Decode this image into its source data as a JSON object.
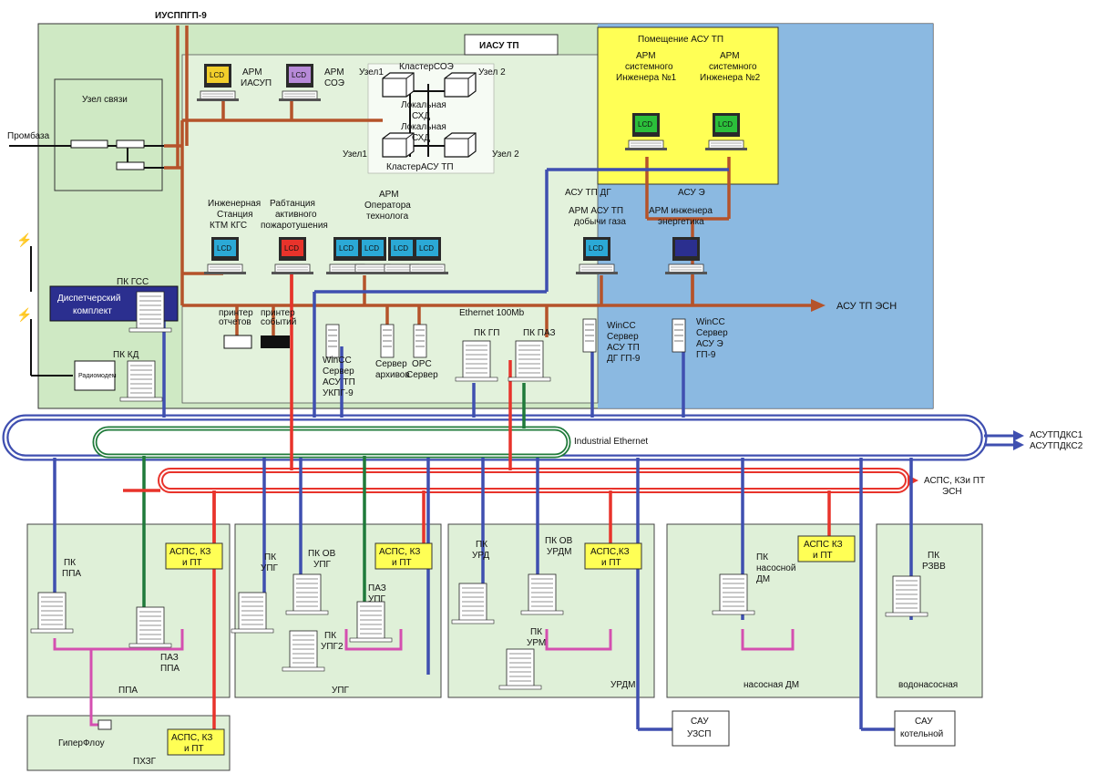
{
  "colors": {
    "background": "#ffffff",
    "outer_panel": "#cfe9c4",
    "blue_zone": "#7fb0e6",
    "asu_room": "#ffff55",
    "inner_panel": "#e3f2dc",
    "bus_blue": "#3f4fb0",
    "bus_red": "#e8332b",
    "bus_green": "#1f7a3a",
    "bus_brown": "#b5532a",
    "bus_pink": "#d44fb0",
    "aspc_box": "#ffff55",
    "screen_yellow": "#f2cf2b",
    "screen_violet": "#b78ad8",
    "screen_green": "#2bbf3a",
    "screen_cyan": "#2ba9d6",
    "screen_red": "#e8332b",
    "screen_navy": "#2b2f8f"
  },
  "top": {
    "iusp": "ИУСППГП-9",
    "iasu_tp": "ИАСУ ТП",
    "room_title": "Помещение  АСУ ТП",
    "promb": "Промбаза",
    "uzel_svyazi": "Узел связи"
  },
  "arm": {
    "iasup_1": "АРМ",
    "iasup_2": "ИАСУП",
    "soe_1": "АРМ",
    "soe_2": "СОЭ",
    "eng1_1": "АРМ",
    "eng1_2": "системного",
    "eng1_3": "Инженера №1",
    "eng2_1": "АРМ",
    "eng2_2": "системного",
    "eng2_3": "Инженера №2",
    "ktm_1": "Инженерная",
    "ktm_2": "Станция",
    "ktm_3": "КТМ КГС",
    "apt_1": "Рабтанция",
    "apt_2": "активного",
    "apt_3": "пожаротушения",
    "oper_1": "АРМ",
    "oper_2": "Оператора",
    "oper_3": "технолога",
    "gaz_1": "АРМ АСУ  ТП",
    "gaz_2": "добычи газа",
    "energ": "АРМ инженера",
    "energ_2": "энергетика",
    "asu_tp_dg": "АСУ ТП ДГ",
    "asu_e": "АСУ Э"
  },
  "cluster": {
    "node1_top": "Узел1",
    "node2_top": "Узел  2",
    "soe": "КластерСОЭ",
    "sxd1_1": "Локальная",
    "sxd1_2": "СХД",
    "sxd2_1": "Локальная",
    "sxd2_2": "СХД",
    "node1_bot": "Узел1",
    "node2_bot": "Узел 2",
    "asu": "КластерАСУ ТП"
  },
  "servers": {
    "disp_1": "Диспетчерский",
    "disp_2": "комплект",
    "pk_gss": "ПК ГСС",
    "pk_kd": "ПК КД",
    "radiomodem": "Радиомодем",
    "printer_rep_1": "принтер",
    "printer_rep_2": "отчетов",
    "printer_ev_1": "принтер",
    "printer_ev_2": "событий",
    "wincc_ukpg_1": "WinCC",
    "wincc_ukpg_2": "Сервер",
    "wincc_ukpg_3": "АСУ ТП",
    "wincc_ukpg_4": "УКПГ-9",
    "archive_1": "Сервер",
    "archive_2": "архивов",
    "opc_1": "OPC",
    "opc_2": "Сервер",
    "ethernet": "Ethernet 100Mb",
    "pk_gp": "ПК ГП",
    "pk_paz": "ПК ПАЗ",
    "wincc_dg_1": "WinCC",
    "wincc_dg_2": "Сервер",
    "wincc_dg_3": "АСУ ТП",
    "wincc_dg_4": "ДГ ГП-9",
    "wincc_e_1": "WinCC",
    "wincc_e_2": "Сервер",
    "wincc_e_3": "АСУ Э",
    "wincc_e_4": "ГП-9",
    "asu_tp_esn": "АСУ ТП ЭСН"
  },
  "bus": {
    "industrial": "Industrial Ethernet",
    "dks1": "АСУТПДКС1",
    "dks2": "АСУТПДКС2",
    "aspc_esn_1": "АСПС, КЗи ПТ",
    "aspc_esn_2": "ЭСН"
  },
  "ppa": {
    "pk_1": "ПК",
    "pk_2": "ППА",
    "paz_1": "ПАЗ",
    "paz_2": "ППА",
    "aspc_1": "АСПС, КЗ",
    "aspc_2": "и ПТ",
    "zone": "ППА"
  },
  "upg": {
    "pk_1": "ПК",
    "pk_2": "УПГ",
    "ov_1": "ПК ОВ",
    "ov_2": "УПГ",
    "aspc_1": "АСПС, КЗ",
    "aspc_2": "и ПТ",
    "paz_1": "ПАЗ",
    "paz_2": "УПГ",
    "upg2_1": "ПК",
    "upg2_2": "УПГ2",
    "zone": "УПГ"
  },
  "urdm": {
    "urd_1": "ПК",
    "urd_2": "УРД",
    "ov_1": "ПК ОВ",
    "ov_2": "УРДМ",
    "aspc_1": "АСПС,КЗ",
    "aspc_2": "и ПТ",
    "urm_1": "ПК",
    "urm_2": "УРМ",
    "zone": "УРДМ"
  },
  "dm": {
    "aspc_1": "АСПС КЗ",
    "aspc_2": "и ПТ",
    "pk_1": "ПК",
    "pk_2": "насосной",
    "pk_3": "ДМ",
    "zone": "насосная  ДМ"
  },
  "vodo": {
    "pk_1": "ПК",
    "pk_2": "РЗВВ",
    "zone": "водонасосная"
  },
  "bottom": {
    "sau_uzsp_1": "САУ",
    "sau_uzsp_2": "УЗСП",
    "sau_kot_1": "САУ",
    "sau_kot_2": "котельной",
    "aspc_1": "АСПС, КЗ",
    "aspc_2": "и ПТ",
    "giperflou": "ГиперФлоу",
    "pkhzg": "ПХЗГ"
  },
  "lcd": "LCD"
}
